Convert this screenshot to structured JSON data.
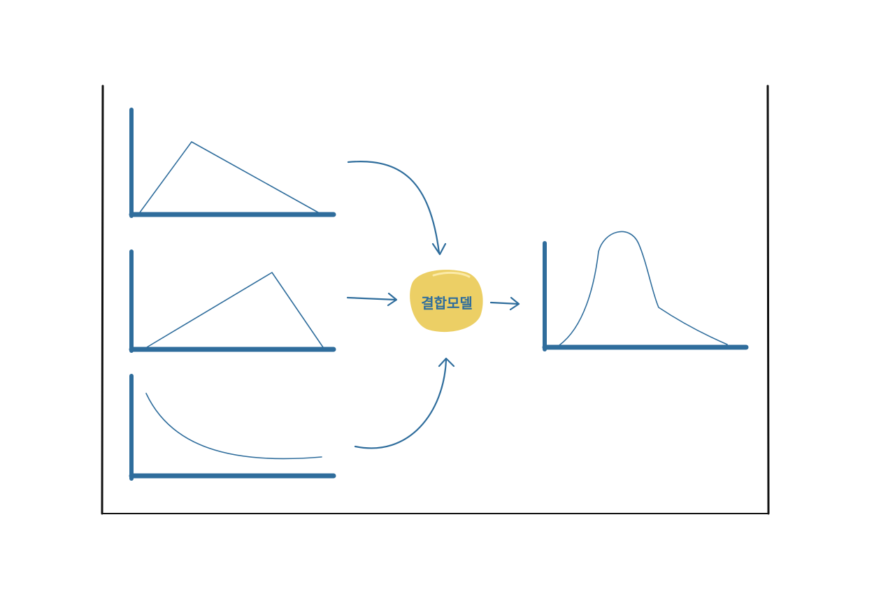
{
  "colors": {
    "ink": "#2f6d9c",
    "hub_fill": "#eccf65",
    "hub_highlight": "#fbeaa8",
    "frame": "#111111"
  },
  "hub": {
    "label": "결합모델"
  },
  "input_distributions": [
    {
      "shape": "triangular, peak left of center"
    },
    {
      "shape": "triangular, peak right of center"
    },
    {
      "shape": "decaying curve"
    }
  ],
  "output_distribution": {
    "shape": "smooth skewed peak with long right tail"
  },
  "arrows": [
    {
      "from": "input-1",
      "to": "hub"
    },
    {
      "from": "input-2",
      "to": "hub"
    },
    {
      "from": "input-3",
      "to": "hub"
    },
    {
      "from": "hub",
      "to": "output"
    }
  ]
}
